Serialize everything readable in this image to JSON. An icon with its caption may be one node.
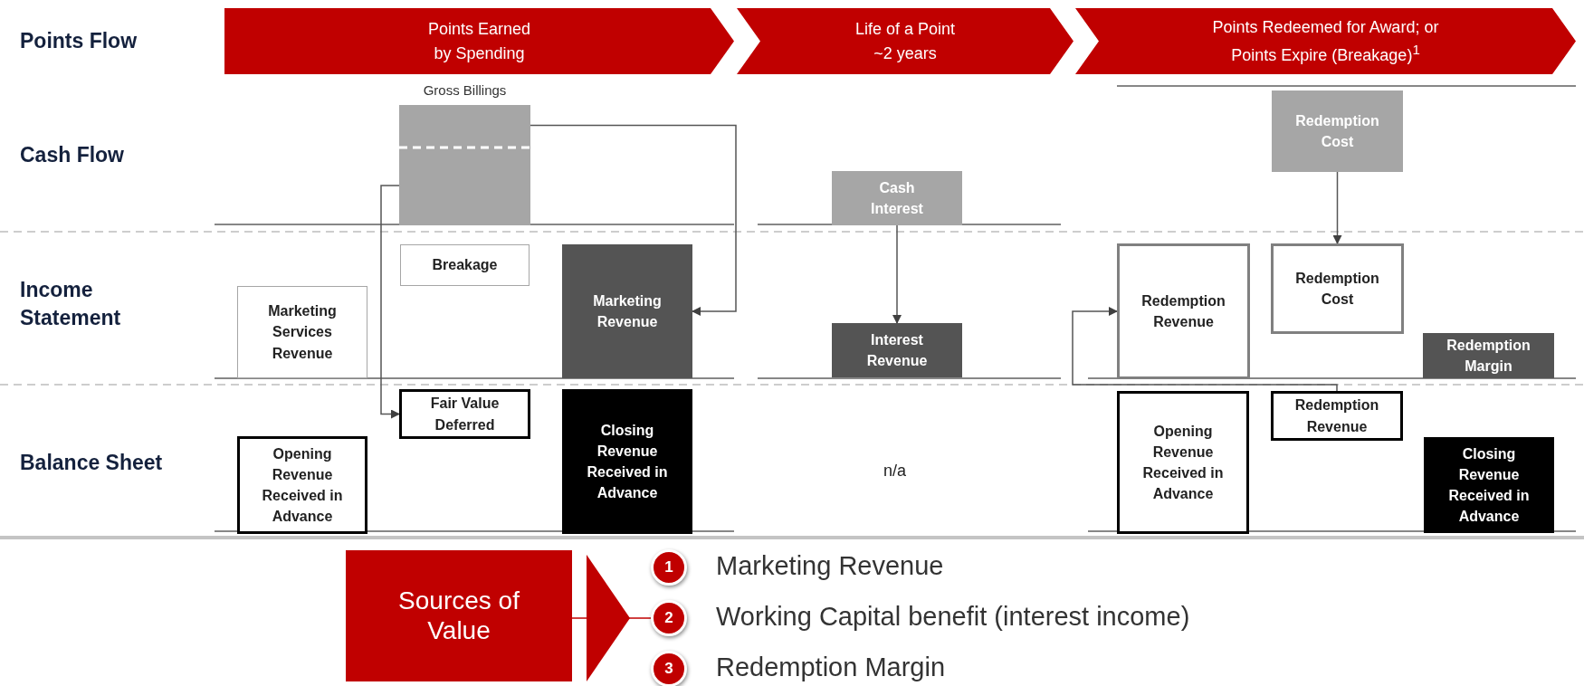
{
  "diagram": {
    "nodes": [
      {
        "text": [
          "Points Earned by Spending"
        ]
      },
      {
        "text": [
          "Life of a Point ~2 years"
        ]
      },
      {
        "text": [
          "Points Redeemed for Award; or Points Expire (Breakage)$^{1}$"
        ]
      },
      {
        "text": [
          "Gross Billings"
        ]
      },
      {
        "text": [
          "Redemption Cost"
        ]
      },
      {
        "text": [
          "Cash Interest"
        ]
      },
      {
        "text": [
          "Breakage"
        ]
      },
      {
        "text": [
          "Marketing Revenue"
        ]
      },
      {
        "text": [
          "Redemption Revenue"
        ]
      },
      {
        "text": [
          "Redemption Cost"
        ]
      },
      {
        "text": [
          "Marketing Services Revenue"
        ]
      },
      {
        "text": [
          "Interest Revenue"
        ]
      },
      {
        "text": [
          "Redemption Margin"
        ]
      },
      {
        "text": [
          "Fair Value Deferred"
        ]
      },
      {
        "text": [
          "Closing Revenue Received in Advance"
        ]
      },
      {
        "text": [
          "Opening Revenue Received in Advance"
        ]
      },
      {
        "text": [
          "Redemption Revenue"
        ]
      },
      {
        "text": [
          "Opening Revenue Received in Advance"
        ]
      },
      {
        "text": [
          "Closing Revenue Received in Advance"
        ]
      },
      {
        "text": [
          "Sources of Value"
        ]
      },
      {
        "text": [
          "1"
        ]
      },
      {
        "text": [
          "2"
        ]
      },
      {
        "text": [
          "3"
        ]
      }
    ],
    "edges": [
      {
        "from": 3,
        "to": 7,
        "arrow": "to"
      },
      {
        "from": 3,
        "to": 13,
        "arrow": "to"
      },
      {
        "from": 5,
        "to": 11,
        "arrow": "to"
      },
      {
        "from": 4,
        "to": 9,
        "arrow": "to"
      },
      {
        "from": 16,
        "to": 8,
        "arrow": "to"
      },
      {
        "from": 19,
        "to": 21,
        "arrow": "to",
        "color": "#c00000"
      }
    ],
    "labels": [
      "Points Flow",
      "Cash Flow",
      "Income Statement",
      "Balance Sheet",
      "n/a",
      "Marketing Revenue",
      "Working Capital benefit (interest income)",
      "Redemption Margin"
    ]
  }
}
